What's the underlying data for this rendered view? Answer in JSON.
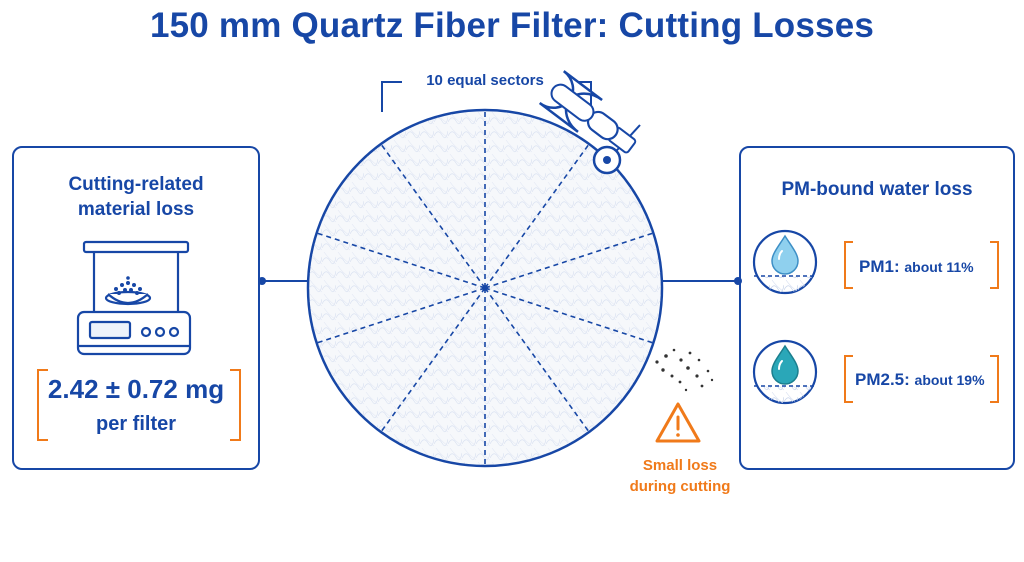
{
  "title": "150 mm Quartz Fiber Filter: Cutting Losses",
  "filter": {
    "sectors_label": "10 equal sectors",
    "sector_count": 10
  },
  "left_panel": {
    "heading_line1": "Cutting-related",
    "heading_line2": "material loss",
    "value": "2.42 ± 0.72 mg",
    "unit": "per filter"
  },
  "right_panel": {
    "heading": "PM-bound water loss",
    "items": [
      {
        "name": "PM1:",
        "note": "about 11%"
      },
      {
        "name": "PM2.5:",
        "note": "about 19%"
      }
    ]
  },
  "warning": {
    "line1": "Small loss",
    "line2": "during cutting"
  },
  "colors": {
    "primary": "#1747a6",
    "accent": "#f07a1a",
    "water_light": "#8fd0ee",
    "water_teal": "#2aa7b8"
  }
}
